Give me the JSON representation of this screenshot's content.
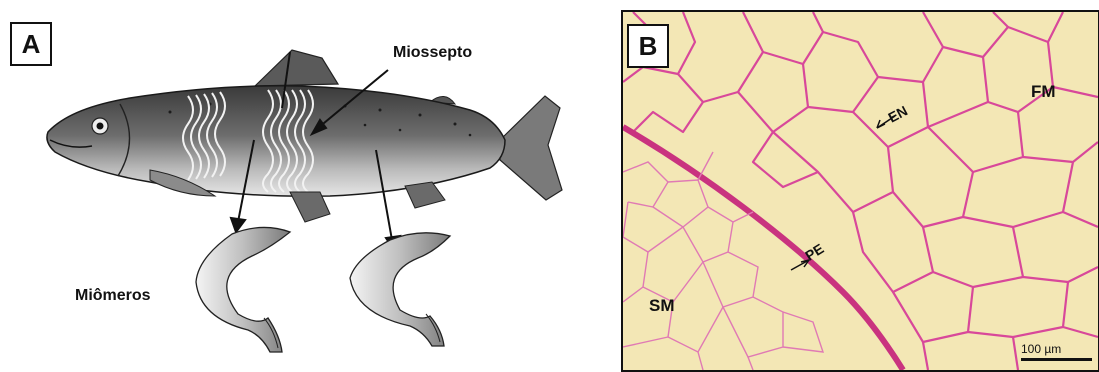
{
  "panel_a": {
    "label": "A",
    "myoseptum_label": "Miossepto",
    "myomeres_label": "Miômeros"
  },
  "panel_b": {
    "label": "B",
    "fm_label": "FM",
    "sm_label": "SM",
    "en_label": "EN",
    "pe_label": "PE",
    "scale_label": "100 µm"
  },
  "colors": {
    "stain_pink": "#d8489a",
    "tissue_background": "#f3e7b5",
    "ink": "#111111"
  }
}
